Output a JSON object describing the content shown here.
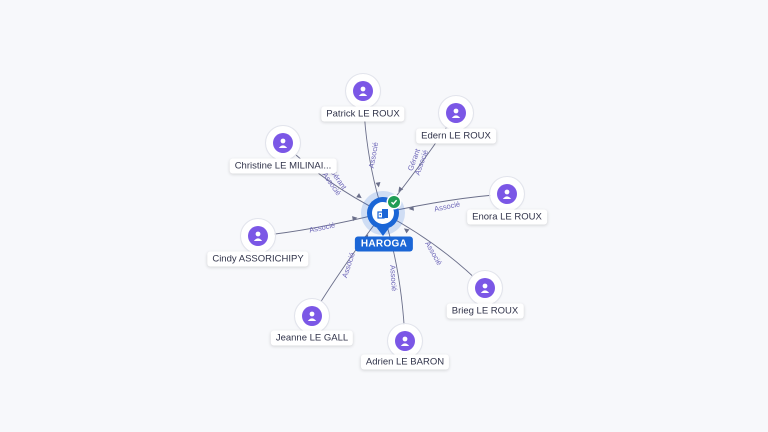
{
  "center": {
    "name": "HAROGA",
    "icon": "company-icon",
    "verified_icon": "check-icon",
    "color": "#1b66d6"
  },
  "people": [
    {
      "name": "Patrick LE ROUX",
      "relation": "Associé"
    },
    {
      "name": "Edern LE ROUX",
      "relation": "Gérant\nAssocié"
    },
    {
      "name": "Christine LE MILINAI...",
      "relation": "Gérant\nAssocié"
    },
    {
      "name": "Enora LE ROUX",
      "relation": "Associé"
    },
    {
      "name": "Cindy ASSORICHIPY",
      "relation": "Associé"
    },
    {
      "name": "Brieg LE ROUX",
      "relation": "Associé"
    },
    {
      "name": "Jeanne LE GALL",
      "relation": "Associé"
    },
    {
      "name": "Adrien LE BARON",
      "relation": "Associé"
    }
  ],
  "colors": {
    "person_avatar": "#7b57e6",
    "edge": "#6b6f8a",
    "edge_label": "#6d66b8"
  }
}
